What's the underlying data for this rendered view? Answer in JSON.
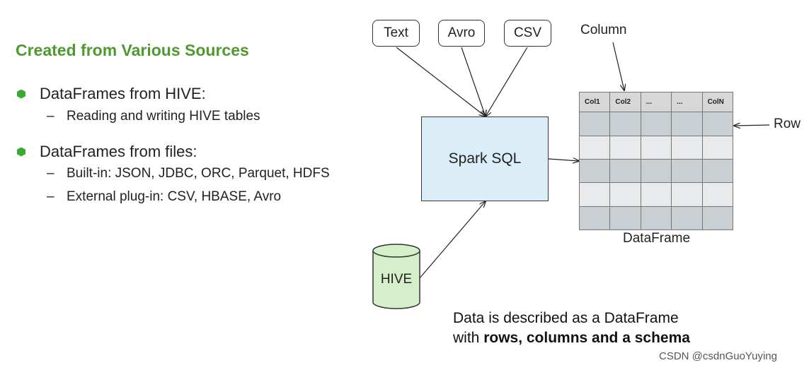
{
  "left_panel": {
    "title": "Created from Various Sources",
    "bullets": [
      {
        "text": "DataFrames from HIVE:",
        "subitems": [
          "Reading and writing HIVE tables"
        ]
      },
      {
        "text": "DataFrames from files:",
        "subitems": [
          "Built-in: JSON, JDBC, ORC, Parquet, HDFS",
          "External plug-in: CSV, HBASE, Avro"
        ]
      }
    ],
    "sub_dash": "–",
    "accent_color": "#4e9a2f",
    "bullet_color": "#3aaa35"
  },
  "diagram": {
    "sources": [
      "Text",
      "Avro",
      "CSV"
    ],
    "engine": "Spark SQL",
    "store": "HIVE",
    "column_label": "Column",
    "row_label": "Row",
    "dataframe_label": "DataFrame",
    "table_headers": [
      "Col1",
      "Col2",
      "...",
      "...",
      "ColN"
    ],
    "spark_fill": "#dbeef7",
    "hive_fill": "#d4efc9"
  },
  "caption": {
    "line1": "Data is described as a DataFrame",
    "line2_prefix": "with ",
    "line2_bold": "rows, columns and a schema"
  },
  "watermark": "CSDN @csdnGuoYuying"
}
